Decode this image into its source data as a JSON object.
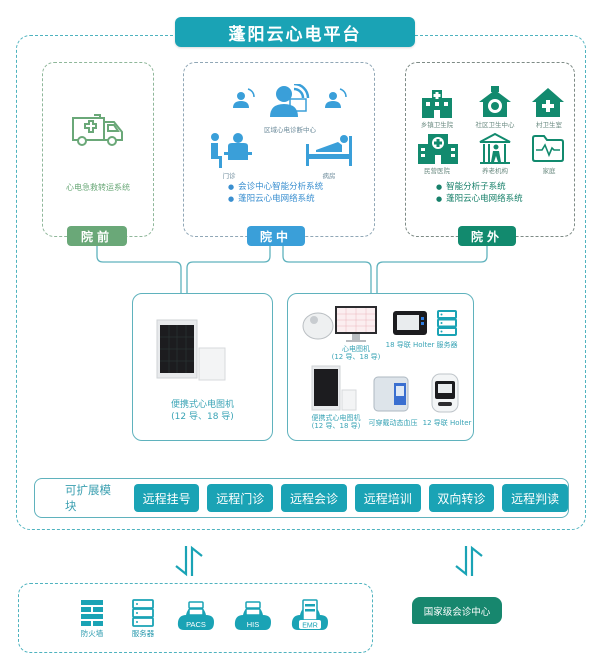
{
  "title": "蓬阳云心电平台",
  "zones": {
    "pre": {
      "tag": "院前",
      "system": "心电急救转运系统",
      "icon": "ambulance-icon"
    },
    "mid": {
      "tag": "院中",
      "icons": [
        {
          "name": "remote-ecg-center-icon",
          "label": "区域心电诊断中心"
        },
        {
          "name": "outpatient-icon",
          "label": "门诊"
        },
        {
          "name": "ward-icon",
          "label": "病房"
        }
      ],
      "bullets": [
        "会诊中心智能分析系统",
        "蓬阳云心电网络系统"
      ]
    },
    "post": {
      "tag": "院外",
      "icons": [
        {
          "name": "township-hospital-icon",
          "label": "乡镇卫生院"
        },
        {
          "name": "community-health-center-icon",
          "label": "社区卫生中心"
        },
        {
          "name": "village-clinic-icon",
          "label": "村卫生室"
        },
        {
          "name": "private-hospital-icon",
          "label": "民营医院"
        },
        {
          "name": "elderly-care-icon",
          "label": "养老机构"
        },
        {
          "name": "home-icon",
          "label": "家庭"
        }
      ],
      "bullets": [
        "智能分析子系统",
        "蓬阳云心电网络系统"
      ]
    }
  },
  "devices": {
    "left": {
      "label_line1": "便携式心电图机",
      "label_line2": "(12 导、18 导)"
    },
    "right": [
      {
        "name": "ecg-machine",
        "label_line1": "心电图机",
        "label_line2": "(12 导、18 导)"
      },
      {
        "name": "holter-18",
        "label_line1": "18 导联 Holter",
        "label_line2": ""
      },
      {
        "name": "server",
        "label_line1": "服务器",
        "label_line2": ""
      },
      {
        "name": "portable-ecg",
        "label_line1": "便携式心电图机",
        "label_line2": "(12 导、18 导)"
      },
      {
        "name": "ambulatory-bp",
        "label_line1": "可穿戴动态血压",
        "label_line2": ""
      },
      {
        "name": "holter-12",
        "label_line1": "12 导联 Holter",
        "label_line2": ""
      }
    ]
  },
  "modules": {
    "label": "可扩展模块",
    "items": [
      "远程挂号",
      "远程门诊",
      "远程会诊",
      "远程培训",
      "双向转诊",
      "远程判读"
    ]
  },
  "infrastructure": [
    {
      "name": "firewall",
      "label": "防火墙"
    },
    {
      "name": "server",
      "label": "服务器"
    },
    {
      "name": "pacs",
      "label": "PACS"
    },
    {
      "name": "his",
      "label": "HIS"
    },
    {
      "name": "emr",
      "label": "EMR"
    }
  ],
  "national_center": "国家级会诊中心",
  "colors": {
    "teal": "#1aa3b5",
    "green_pre": "#6aa878",
    "blue_mid": "#3a9fd9",
    "green_post": "#128a6e"
  }
}
